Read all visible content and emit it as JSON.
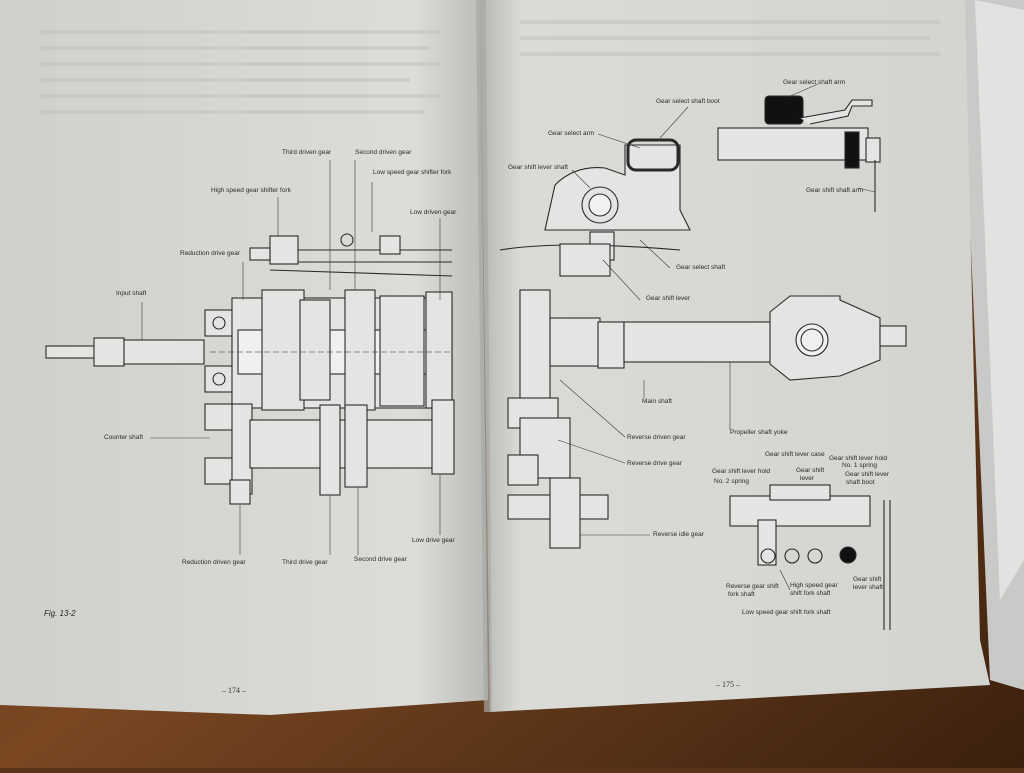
{
  "left_page": {
    "figure_label": "Fig. 13-2",
    "page_number": "– 174 –",
    "labels": {
      "third_driven_gear": "Third driven gear",
      "second_driven_gear": "Second driven gear",
      "low_speed_shifter_fork": "Low speed gear shifter fork",
      "high_speed_shifter_fork": "High speed gear shifter fork",
      "low_driven_gear": "Low driven gear",
      "reduction_drive_gear": "Reduction drive gear",
      "input_shaft": "Input shaft",
      "counter_shaft": "Counter shaft",
      "reduction_driven_gear": "Reduction driven gear",
      "third_drive_gear": "Third drive gear",
      "second_drive_gear": "Second drive gear",
      "low_drive_gear": "Low drive gear"
    }
  },
  "right_page": {
    "page_number": "– 175 –",
    "labels": {
      "gear_select_shaft_arm": "Gear select shaft arm",
      "gear_select_shaft_boot": "Gear select shaft boot",
      "gear_select_arm": "Gear select arm",
      "gear_shift_lever_shaft": "Gear shift lever shaft",
      "gear_shift_shaft_arm": "Gear shift shaft arm",
      "gear_select_shaft": "Gear select shaft",
      "gear_shift_lever": "Gear shift lever",
      "main_shaft": "Main shaft",
      "propeller_shaft_yoke": "Propeller shaft yoke",
      "reverse_driven_gear": "Reverse driven gear",
      "reverse_drive_gear": "Reverse drive gear",
      "reverse_idle_gear": "Reverse idle gear",
      "gear_shift_lever_case": "Gear shift lever case",
      "gear_shift_lever_hold_1_l1": "Gear shift lever hold",
      "gear_shift_lever_hold_1_l2": "No. 1 spring",
      "gear_shift_lever_hold_2_l1": "Gear shift lever hold",
      "gear_shift_lever_hold_2_l2": "No. 2 spring",
      "gear_shift_lever_small_l1": "Gear shift",
      "gear_shift_lever_small_l2": "lever",
      "gear_shift_lever_shaft_boot_l1": "Gear shift lever",
      "gear_shift_lever_shaft_boot_l2": "shaft boot",
      "reverse_gear_shift_fork_shaft_l1": "Reverse gear shift",
      "reverse_gear_shift_fork_shaft_l2": "fork shaft",
      "high_speed_gear_shift_fork_shaft_l1": "High speed gear",
      "high_speed_gear_shift_fork_shaft_l2": "shift fork shaft",
      "gear_shift_lever_shaft_small_l1": "Gear shift",
      "gear_shift_lever_shaft_small_l2": "lever shaft",
      "low_speed_gear_shift_fork_shaft": "Low speed gear shift fork shaft"
    }
  },
  "colors": {
    "table_wood": "#6a3d1c",
    "paper": "#d8d9d6",
    "ink": "#2a2a2a"
  }
}
